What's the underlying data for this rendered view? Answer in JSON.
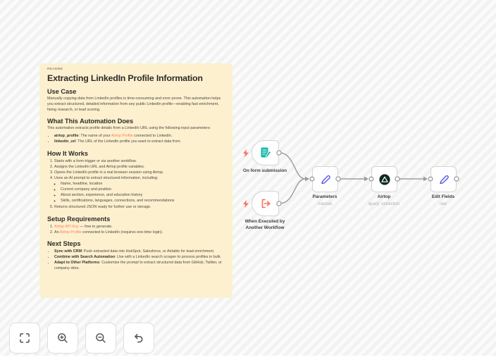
{
  "note": {
    "tag": "README",
    "title": "Extracting LinkedIn Profile Information",
    "use_case": {
      "heading": "Use Case",
      "body": "Manually copying data from LinkedIn profiles is time-consuming and error-prone. This automation helps you extract structured, detailed information from any public LinkedIn profile—enabling fast enrichment, hiring research, or lead scoring."
    },
    "what": {
      "heading": "What This Automation Does",
      "intro": "This automation extracts profile details from a LinkedIn URL using the following input parameters:",
      "items": [
        {
          "term": "airtop_profile",
          "pre": ": The name of your ",
          "link": "Airtop Profile",
          "post": " connected to LinkedIn."
        },
        {
          "term": "linkedin_url",
          "pre": ": The URL of the LinkedIn profile you want to extract data from."
        }
      ]
    },
    "how": {
      "heading": "How It Works",
      "steps": [
        "Starts with a form trigger or via another workflow.",
        "Assigns the LinkedIn URL and Airtop profile variables.",
        "Opens the LinkedIn profile in a real browser session using Airtop.",
        "Uses an AI prompt to extract structured information, including:",
        "Returns structured JSON ready for further use or storage."
      ],
      "substeps": [
        "Name, headline, location",
        "Current company and position",
        "About section, experience, and education history",
        "Skills, certifications, languages, connections, and recommendations"
      ]
    },
    "setup": {
      "heading": "Setup Requirements",
      "item1": {
        "link": "Airtop API Key",
        "post": " — free to generate."
      },
      "item2": {
        "pre": "An ",
        "link": "Airtop Profile",
        "post": " connected to LinkedIn (requires one-time login)."
      }
    },
    "next": {
      "heading": "Next Steps",
      "items": [
        {
          "bold": "Sync with CRM",
          "text": ": Push extracted data into HubSpot, Salesforce, or Airtable for lead enrichment."
        },
        {
          "bold": "Combine with Search Automation",
          "text": ": Use with a LinkedIn search scraper to process profiles in bulk."
        },
        {
          "bold": "Adapt to Other Platforms",
          "text": ": Customize the prompt to extract structured data from GitHub, Twitter, or company sites."
        }
      ]
    }
  },
  "nodes": {
    "form_trigger": {
      "label": "On form submission"
    },
    "workflow_trigger": {
      "label_line1": "When Executed by",
      "label_line2": "Another Workflow"
    },
    "parameters": {
      "label": "Parameters",
      "subtitle": "manual"
    },
    "airtop": {
      "label": "Airtop",
      "subtitle": "query: extraction"
    },
    "edit_fields": {
      "label": "Edit Fields",
      "subtitle": "raw"
    }
  },
  "controls": {
    "icons": [
      "fit-view-icon",
      "zoom-in-icon",
      "zoom-out-icon",
      "undo-icon"
    ]
  },
  "colors": {
    "note_bg": "#fdf0cf",
    "link": "#ff7d5c",
    "trigger_accent": "#ff6d5a",
    "form_icon": "#17b9aa",
    "pencil_icon": "#4f46e5",
    "airtop_icon_bg": "#0e2a21",
    "connection": "#9e9e9e"
  }
}
